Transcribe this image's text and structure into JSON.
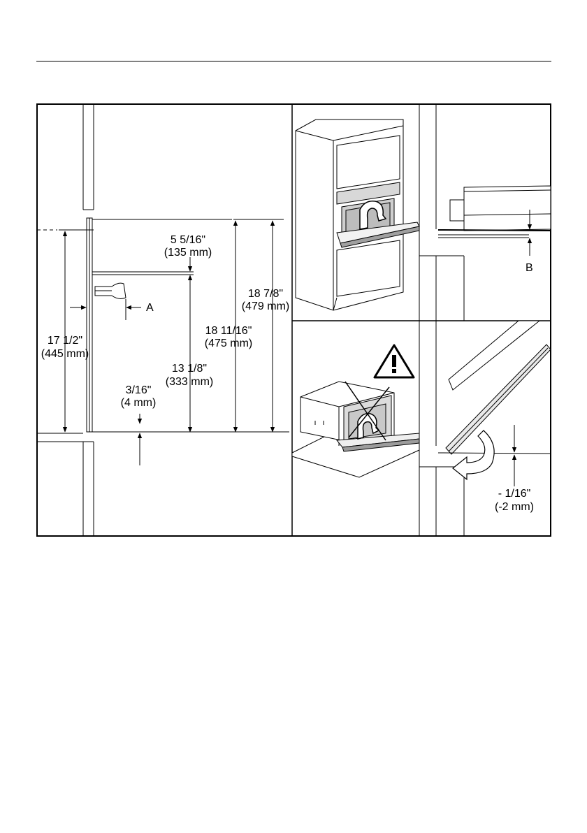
{
  "dimensions": {
    "d1_imperial": "5 5/16\"",
    "d1_metric": "(135 mm)",
    "d2_imperial": "18 7/8\"",
    "d2_metric": "(479 mm)",
    "d3_imperial": "17 1/2\"",
    "d3_metric": "(445 mm)",
    "d4_imperial": "18 11/16\"",
    "d4_metric": "(475 mm)",
    "d5_imperial": "13 1/8\"",
    "d5_metric": "(333 mm)",
    "d6_imperial": "3/16\"",
    "d6_metric": "(4 mm)",
    "d7_imperial": "- 1/16\"",
    "d7_metric": "(-2 mm)"
  },
  "labels": {
    "a": "A",
    "b": "B"
  },
  "icons": {
    "warning": "warning-triangle-icon",
    "rotate": "rotate-arrow-icon"
  }
}
